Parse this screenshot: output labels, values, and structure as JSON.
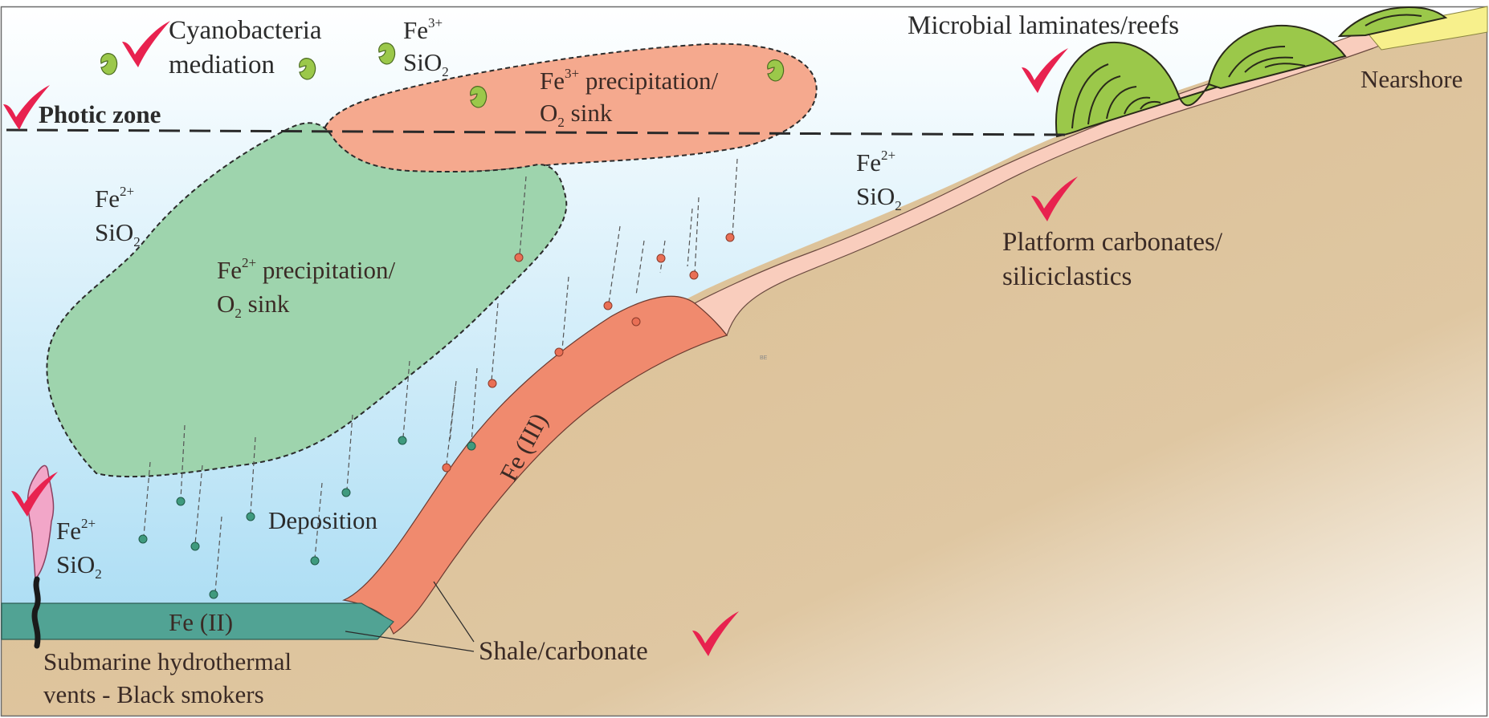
{
  "labels": {
    "cyanobacteria_line1": "Cyanobacteria",
    "cyanobacteria_line2": "mediation",
    "photic_zone": "Photic zone",
    "fe3_top": "Fe",
    "fe3_top_sup": "3+",
    "sio2_top": "SiO",
    "sio2_top_sub": "2",
    "fe3_precip_line1_fe": "Fe",
    "fe3_precip_line1_sup": "3+",
    "fe3_precip_line1_rest": " precipitation/",
    "fe3_precip_line2_o": "O",
    "fe3_precip_line2_sub": "2",
    "fe3_precip_line2_rest": " sink",
    "fe2_left": "Fe",
    "fe2_left_sup": "2+",
    "sio2_left": "SiO",
    "sio2_left_sub": "2",
    "fe2_precip_line1_fe": "Fe",
    "fe2_precip_line1_sup": "2+",
    "fe2_precip_line1_rest": " precipitation/",
    "fe2_precip_line2_o": "O",
    "fe2_precip_line2_sub": "2",
    "fe2_precip_line2_rest": " sink",
    "fe2_mid": "Fe",
    "fe2_mid_sup": "2+",
    "sio2_mid": "SiO",
    "sio2_mid_sub": "2",
    "fe2_vent": "Fe",
    "fe2_vent_sup": "2+",
    "sio2_vent": "SiO",
    "sio2_vent_sub": "2",
    "deposition": "Deposition",
    "fe_iii": "Fe (III)",
    "fe_ii": "Fe (II)",
    "microbial": "Microbial laminates/reefs",
    "nearshore": "Nearshore",
    "platform_line1": "Platform carbonates/",
    "platform_line2": "siliciclastics",
    "shale": "Shale/carbonate",
    "vents_line1": "Submarine hydrothermal",
    "vents_line2": "vents - Black smokers"
  },
  "colors": {
    "water_top": "#ffffff",
    "water_bottom": "#9fd8f2",
    "sediment": "#dcc197",
    "fe3_zone": "#f5a98e",
    "fe2_zone": "#9ed4ad",
    "fe_iii_layer": "#f08a6e",
    "platform_layer": "#f9cdbd",
    "fe_ii_layer": "#51a394",
    "microbial_mats": "#9bc84a",
    "nearshore_sand": "#f7f08c",
    "vent_plume": "#f2a6c8",
    "checkmark": "#e8224f",
    "particle_red": "#e96f55",
    "particle_green": "#3f9a7e"
  },
  "icons": [
    "checkmark-icon",
    "cyanobacteria-icon",
    "black-smoker-vent-icon"
  ]
}
